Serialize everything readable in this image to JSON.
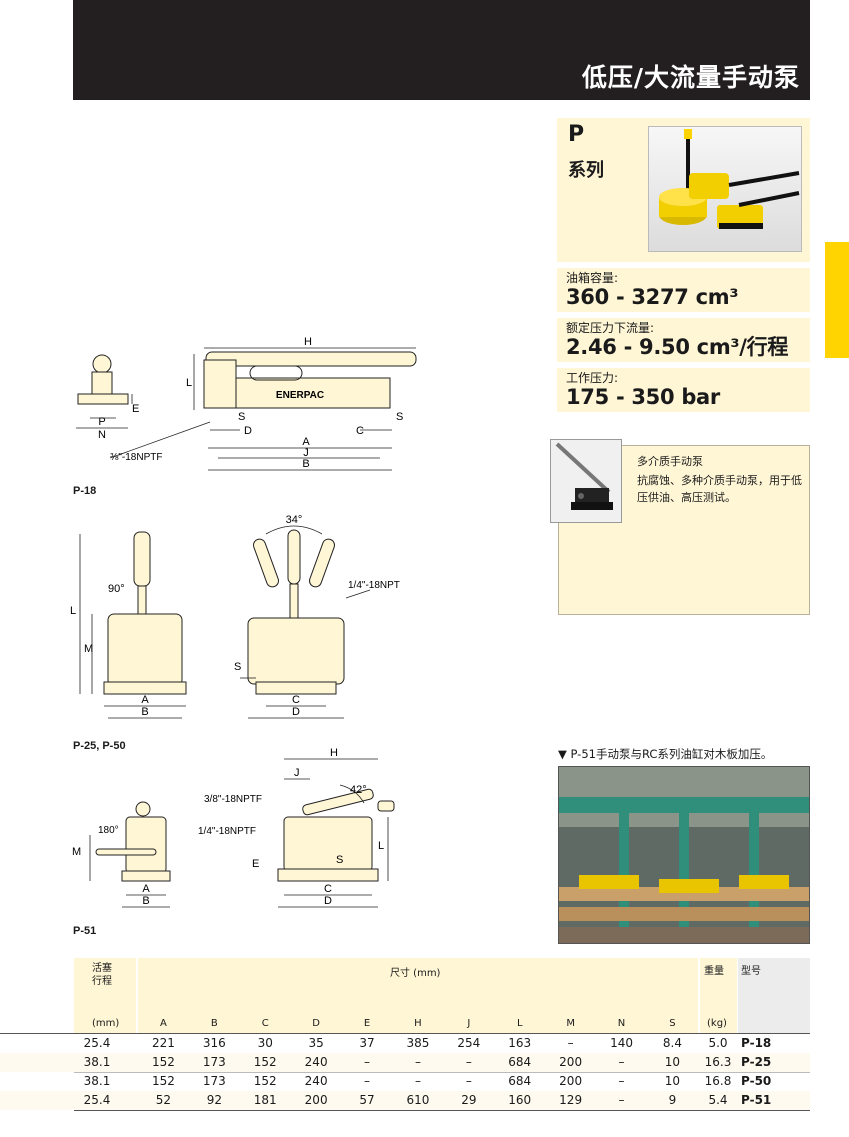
{
  "header": {
    "title": "低压/大流量手动泵"
  },
  "series": {
    "letter": "P",
    "word": "系列"
  },
  "specs": [
    {
      "label": "油箱容量:",
      "value": "360 - 3277 cm³"
    },
    {
      "label": "额定压力下流量:",
      "value": "2.46 - 9.50 cm³/行程"
    },
    {
      "label": "工作压力:",
      "value": "175 - 350 bar"
    }
  ],
  "media_box": {
    "title": "多介质手动泵",
    "description": "抗腐蚀、多种介质手动泵，用于低压供油、高压测试。"
  },
  "photo_caption": "▼ P-51手动泵与RC系列油缸对木板加压。",
  "diagrams": {
    "p18_label": "P-18",
    "p25_label": "P-25, P-50",
    "p51_label": "P-51",
    "p18": {
      "H": "H",
      "L": "L",
      "E": "E",
      "P": "P",
      "N": "N",
      "S1": "S",
      "S2": "S",
      "D": "D",
      "C": "C",
      "A": "A",
      "J": "J",
      "B": "B",
      "port": "⅜\"-18NPTF",
      "brand": "ENERPAC"
    },
    "p25": {
      "angle1": "90°",
      "angle2": "34°",
      "L": "L",
      "M": "M",
      "A": "A",
      "B": "B",
      "S": "S",
      "C": "C",
      "D": "D",
      "port": "1/4\"-18NPTF"
    },
    "p51": {
      "H": "H",
      "J": "J",
      "angle": "42°",
      "port1": "3/8\"-18NPTF",
      "port2": "1/4\"-18NPTF",
      "rot": "180°",
      "M": "M",
      "A": "A",
      "B": "B",
      "E": "E",
      "S": "S",
      "L": "L",
      "C": "C",
      "D": "D"
    }
  },
  "table": {
    "stroke_header": "活塞行程",
    "stroke_unit": "(mm)",
    "dim_header": "尺寸 (mm)",
    "weight_header": "重量",
    "weight_unit": "(kg)",
    "model_header": "型号",
    "columns": [
      "A",
      "B",
      "C",
      "D",
      "E",
      "H",
      "J",
      "L",
      "M",
      "N",
      "S"
    ],
    "rows": [
      {
        "stroke": "25.4",
        "dims": [
          "221",
          "316",
          "30",
          "35",
          "37",
          "385",
          "254",
          "163",
          "–",
          "140",
          "8.4"
        ],
        "weight": "5.0",
        "model": "P-18"
      },
      {
        "stroke": "38.1",
        "dims": [
          "152",
          "173",
          "152",
          "240",
          "–",
          "–",
          "–",
          "684",
          "200",
          "–",
          "10"
        ],
        "weight": "16.3",
        "model": "P-25"
      },
      {
        "stroke": "38.1",
        "dims": [
          "152",
          "173",
          "152",
          "240",
          "–",
          "–",
          "–",
          "684",
          "200",
          "–",
          "10"
        ],
        "weight": "16.8",
        "model": "P-50"
      },
      {
        "stroke": "25.4",
        "dims": [
          "52",
          "92",
          "181",
          "200",
          "57",
          "610",
          "29",
          "160",
          "129",
          "–",
          "9"
        ],
        "weight": "5.4",
        "model": "P-51"
      }
    ]
  }
}
